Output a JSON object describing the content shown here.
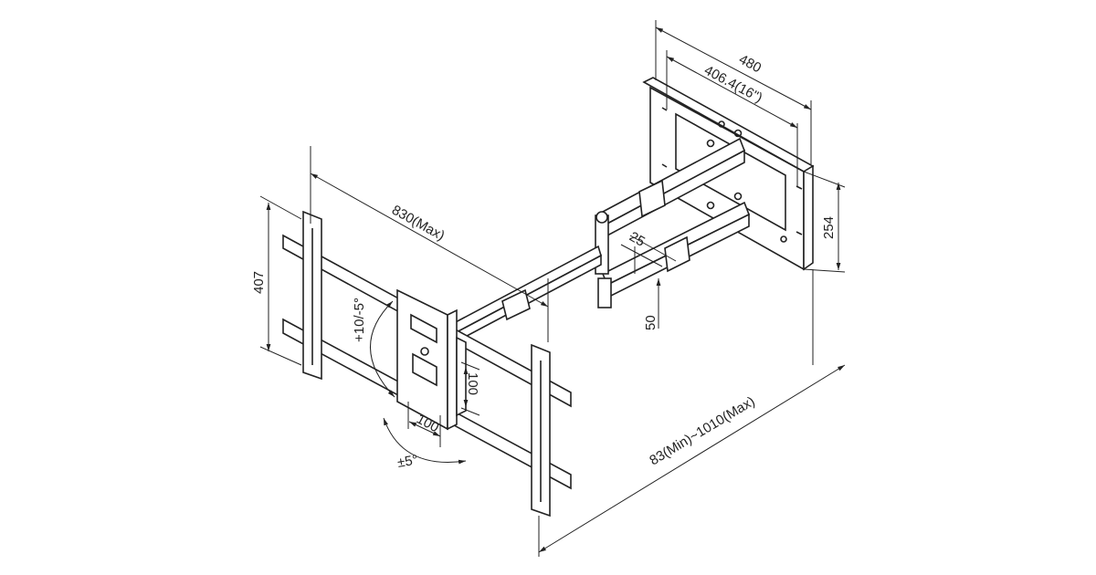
{
  "diagram": {
    "title": "Long-arm TV wall mount dimension drawing",
    "dimensions": {
      "wall_plate_width": "480",
      "wall_plate_hole_spacing": "406.4(16\")",
      "wall_plate_height": "254",
      "arm_length": "830(Max)",
      "tv_rail_height": "407",
      "tilt": "+10/-5°",
      "arm_offset_25": "25",
      "arm_offset_50": "50",
      "vesa_vertical": "100",
      "vesa_horizontal": "100",
      "swivel": "±5°",
      "extension_range": "83(Min)~1010(Max)"
    },
    "colors": {
      "line": "#222222",
      "background": "#ffffff"
    }
  }
}
